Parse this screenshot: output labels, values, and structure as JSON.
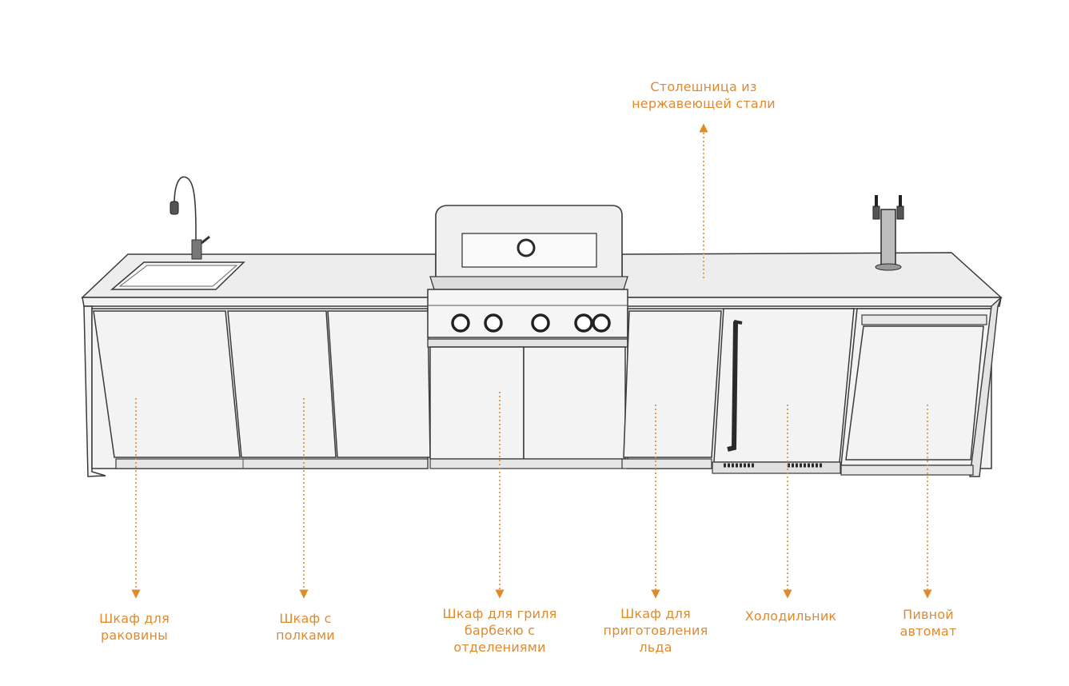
{
  "accent_color": "#e08a2e",
  "labels": {
    "countertop": [
      "Столешница из",
      "нержавеющей стали"
    ],
    "sink_cabinet": [
      "Шкаф для",
      "раковины"
    ],
    "shelf_cabinet": [
      "Шкаф с",
      "полками"
    ],
    "grill_cabinet": [
      "Шкаф для гриля",
      "барбекю с",
      "отделениями"
    ],
    "ice_cabinet": [
      "Шкаф для",
      "приготовления",
      "льда"
    ],
    "fridge": [
      "Холодильник"
    ],
    "beer_tap": [
      "Пивной",
      "автомат"
    ]
  }
}
